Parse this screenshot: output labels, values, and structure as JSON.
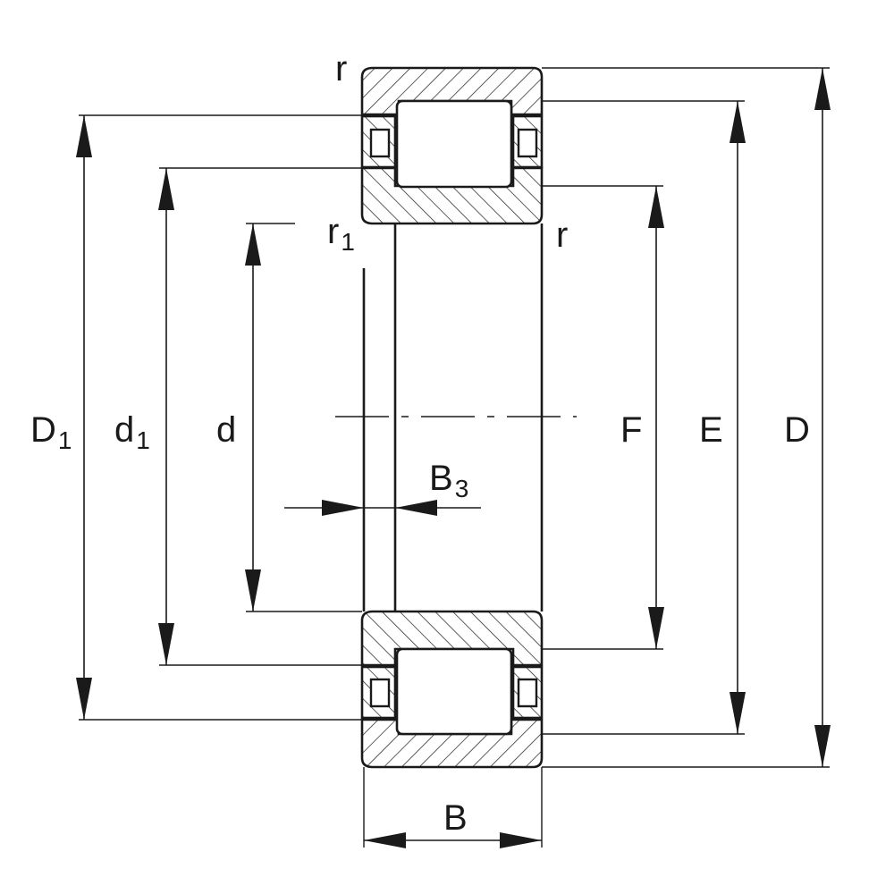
{
  "labels": {
    "D1": "D",
    "D1_sub": "1",
    "d1": "d",
    "d1_sub": "1",
    "d": "d",
    "F": "F",
    "E": "E",
    "D": "D",
    "B": "B",
    "B3": "B",
    "B3_sub": "3",
    "r_top": "r",
    "r_right": "r",
    "r1": "r",
    "r1_sub": "1"
  }
}
